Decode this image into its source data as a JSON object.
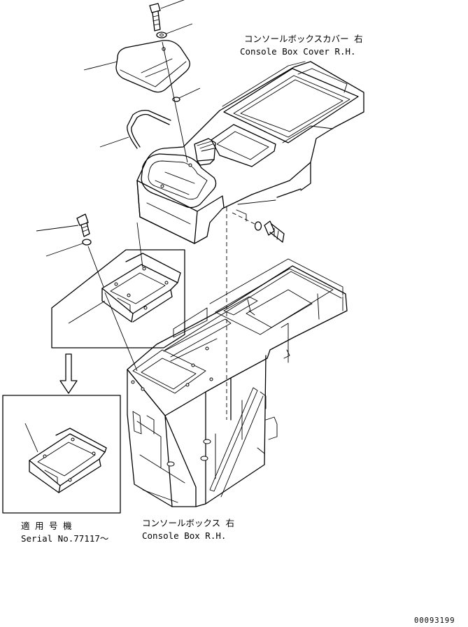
{
  "labels": {
    "cover_jp": "コンソールボックスカバー 右",
    "cover_en": "Console Box Cover R.H.",
    "box_jp": "コンソールボックス 右",
    "box_en": "Console Box R.H.",
    "serial_jp": "適 用 号 機",
    "serial_en": "Serial No.77117～",
    "drawing_no": "00093199"
  }
}
